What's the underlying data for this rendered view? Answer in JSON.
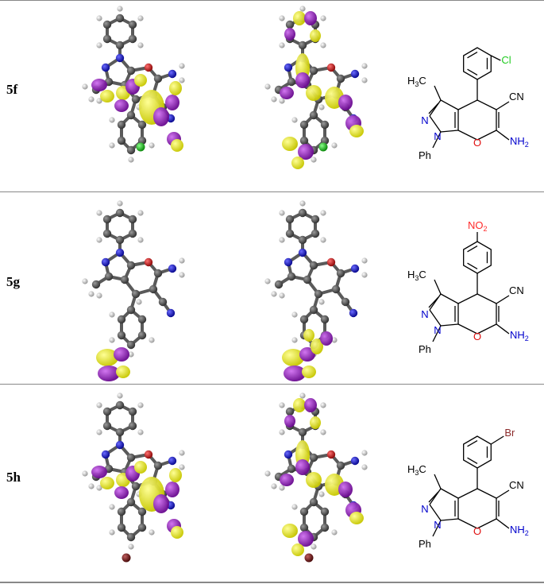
{
  "rows": [
    {
      "label": "5f",
      "structure": {
        "sub_left": "",
        "sub_sub": "",
        "sub_right": "Cl",
        "sub_color": "#22cc22",
        "position": "ortho"
      }
    },
    {
      "label": "5g",
      "structure": {
        "sub_left": "NO",
        "sub_sub": "2",
        "sub_right": "",
        "sub_color": "#ff2a2a",
        "position": "para"
      }
    },
    {
      "label": "5h",
      "structure": {
        "sub_left": "",
        "sub_sub": "",
        "sub_right": "Br",
        "sub_color": "#8b2a2a",
        "position": "meta"
      }
    }
  ],
  "common": {
    "methyl_main": "H",
    "methyl_sub": "3",
    "methyl_tail": "C",
    "cn": "CN",
    "n_ring1": "N",
    "n_ring2": "N",
    "o_ring": "O",
    "amine_main": "NH",
    "amine_sub": "2",
    "ph": "Ph"
  },
  "colors": {
    "orbital_yellow": "#f2f200",
    "orbital_purple": "#a020c8",
    "carbon": "#555555",
    "hydrogen": "#d8d8d8",
    "nitrogen": "#1a1ad0",
    "oxygen": "#d01a1a",
    "chlorine": "#22cc22",
    "bromine": "#7a1a1a",
    "heteroatom_text": "#0000cc"
  }
}
